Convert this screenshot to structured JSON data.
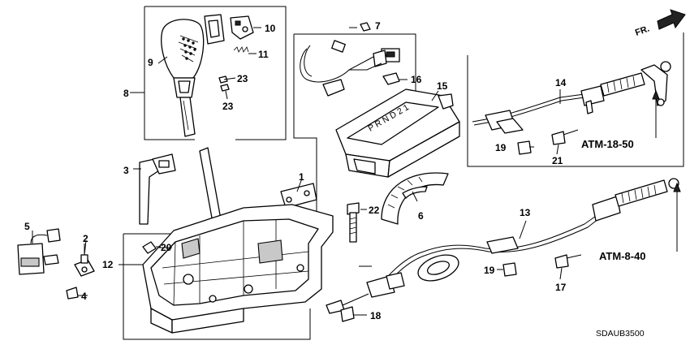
{
  "callouts": [
    "1",
    "2",
    "3",
    "4",
    "5",
    "6",
    "7",
    "8",
    "9",
    "10",
    "11",
    "12",
    "13",
    "14",
    "15",
    "16",
    "17",
    "18",
    "19",
    "19",
    "20",
    "21",
    "22",
    "23",
    "23"
  ],
  "references": {
    "upper": "ATM-18-50",
    "lower": "ATM-8-40"
  },
  "direction": "FR.",
  "diagram_code": "SDAUB3500",
  "selector_text": "P R N D 2 1"
}
